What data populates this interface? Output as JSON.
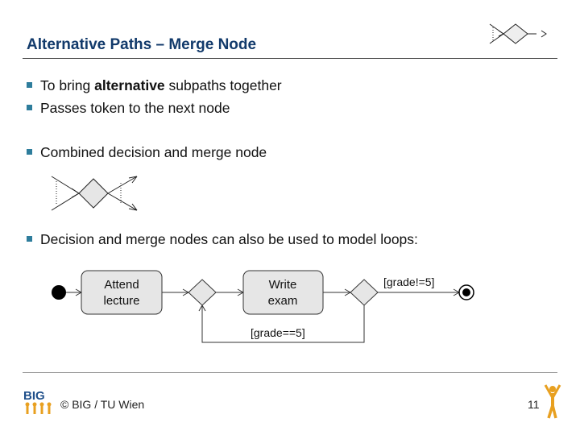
{
  "slide": {
    "title": "Alternative Paths – Merge Node",
    "bullets": [
      {
        "pre": "To bring ",
        "bold": "alternative",
        "post": " subpaths together"
      },
      {
        "text": "Passes token to the next node"
      },
      {
        "text": "Combined decision and merge node"
      },
      {
        "text": "Decision and merge nodes can also be used to model loops:"
      }
    ]
  },
  "diagram": {
    "actions": [
      "Attend lecture",
      "Write exam"
    ],
    "action_lines": [
      [
        "Attend",
        "lecture"
      ],
      [
        "Write",
        "exam"
      ]
    ],
    "guards": [
      "[grade!=5]",
      "[grade==5]"
    ]
  },
  "footer": {
    "logo_text": "BIG",
    "copyright": "© BIG / TU Wien",
    "page_number": "11"
  },
  "colors": {
    "title": "#123a6b",
    "bullet_marker": "#2e7d9c",
    "diagram_fill": "#e6e6e6",
    "logo_orange": "#e8a020",
    "logo_blue": "#1f4f8a"
  },
  "icons": [
    "merge-node-icon",
    "decision-merge-node-icon",
    "initial-node-icon",
    "final-node-icon",
    "stick-figure-icon"
  ]
}
